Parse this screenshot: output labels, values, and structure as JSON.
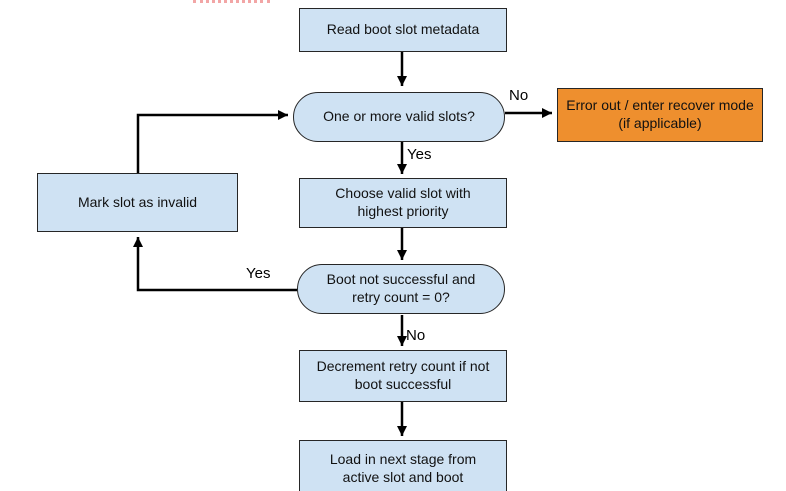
{
  "colors": {
    "node_fill": "#cfe2f3",
    "node_border": "#262626",
    "error_fill": "#ee8f2e",
    "arrow": "#000000",
    "artifact_red": "#f2a6a6"
  },
  "flowchart": {
    "nodes": {
      "read_metadata": {
        "label": "Read boot slot metadata"
      },
      "valid_slots": {
        "label": "One or more valid slots?"
      },
      "error_recover": {
        "label": "Error out / enter recover mode (if applicable)"
      },
      "choose_slot": {
        "label": "Choose valid slot with highest priority"
      },
      "boot_check": {
        "label": "Boot not successful and retry count = 0?"
      },
      "mark_invalid": {
        "label": "Mark slot as invalid"
      },
      "decrement_retry": {
        "label": "Decrement retry count if not boot successful"
      },
      "load_next_stage": {
        "label": "Load in next stage from active slot and boot"
      }
    },
    "edge_labels": {
      "valid_slots_no": "No",
      "valid_slots_yes": "Yes",
      "boot_check_yes": "Yes",
      "boot_check_no": "No"
    }
  }
}
